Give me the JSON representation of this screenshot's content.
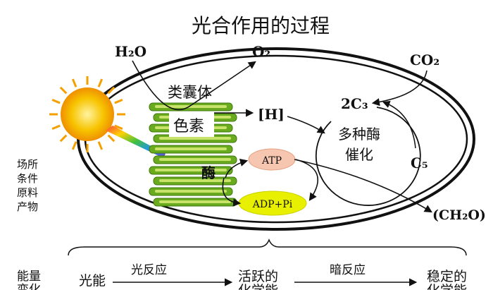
{
  "title": "光合作用的过程",
  "labels": {
    "h2o": "H₂O",
    "o2": "O₂",
    "co2": "CO₂",
    "thylakoid": "类囊体",
    "pigment": "色素",
    "h": "[H]",
    "c3": "2C₃",
    "enzymes": [
      "多种酶",
      "催化"
    ],
    "c5": "C₅",
    "enzyme": "酶",
    "atp": "ATP",
    "adp": "ADP+Pi",
    "ch2o": "(CH₂O)"
  },
  "side_label": {
    "lines": [
      "场所",
      "条件",
      "原料",
      "产物"
    ],
    "energy": [
      "能量",
      "变化"
    ]
  },
  "bottom": {
    "light_energy": "光能",
    "light_reaction": "光反应",
    "active_chem": "活跃的",
    "active_chem2": "化学能",
    "dark_reaction": "暗反应",
    "stable_chem": "稳定的",
    "stable_chem2": "化学能"
  },
  "colors": {
    "grana": "#6aaa1e",
    "grana_light": "#c8e36a",
    "sun": "#f5b800",
    "atp_fill": "#f7c6b0",
    "adp_fill": "#e8f000"
  }
}
